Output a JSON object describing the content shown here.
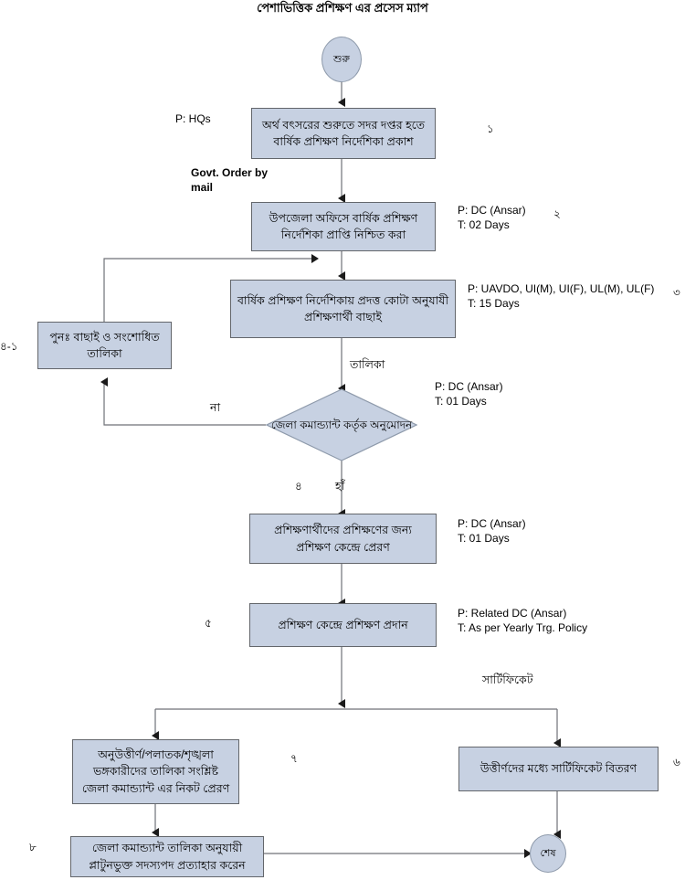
{
  "title": "পেশাভিত্তিক প্রশিক্ষণ এর প্রসেস ম্যাপ",
  "colors": {
    "node_fill": "#c7d1e2",
    "node_border": "#63666b",
    "terminator_border": "#8e9aab",
    "connector": "#6f7277",
    "text": "#000000",
    "background": "#ffffff"
  },
  "nodes": {
    "start": {
      "label": "শুরু",
      "shape": "circle"
    },
    "step1": {
      "label": "অর্থ বৎসরের শুরুতে সদর দপ্তর হতে বার্ষিক প্রশিক্ষণ নির্দেশিকা প্রকাশ",
      "shape": "process"
    },
    "step2": {
      "label": "উপজেলা অফিসে বার্ষিক প্রশিক্ষণ নির্দেশিকা প্রাপ্তি নিশ্চিত করা",
      "shape": "process"
    },
    "step3": {
      "label": "বার্ষিক প্রশিক্ষণ নির্দেশিকায় প্রদত্ত কোটা অনুযাযী প্রশিক্ষণার্থী বাছাই",
      "shape": "process"
    },
    "reselect": {
      "label": "পুনঃ  বাছাই ও সংশোধিত তালিকা",
      "shape": "process"
    },
    "decision": {
      "label": "জেলা কমান্ড্যান্ট কর্তৃক অনুমোদন",
      "shape": "diamond"
    },
    "step5": {
      "label": "প্রশিক্ষণার্থীদের প্রশিক্ষণের জন্য প্রশিক্ষণ কেন্দ্রে প্রেরণ",
      "shape": "process"
    },
    "step6": {
      "label": "প্রশিক্ষণ কেন্দ্রে প্রশিক্ষণ প্রদান",
      "shape": "process"
    },
    "fail_list": {
      "label": "অনুউত্তীর্ণ/পলাতক/শৃঙ্খলা ভঙ্গকারীদের তালিকা সংশ্লিষ্ট  জেলা কমান্ড্যান্ট এর নিকট প্রেরণ",
      "shape": "process"
    },
    "certificate": {
      "label": "উত্তীর্ণদের মধ্যে সার্টিফিকেট বিতরণ",
      "shape": "process"
    },
    "withdraw": {
      "label": "জেলা কমান্ড্যান্ট তালিকা অনুযায়ী প্লাটুনভুক্ত সদস্যপদ প্রত্যাহার করেন",
      "shape": "process"
    },
    "end": {
      "label": "শেষ",
      "shape": "ellipse"
    }
  },
  "annotations": {
    "a1_p": "P: HQs",
    "a1_step": "১",
    "govt_order": "Govt. Order by\nmail",
    "a2_pt": "P: DC (Ansar)\nT: 02 Days",
    "a2_step": "২",
    "a3_pt": "P: UAVDO, UI(M), UI(F), UL(M), UL(F)\nT: 15 Days",
    "a3_step": "৩",
    "reselect_step": "৪-১",
    "list_label": "তালিকা",
    "decision_pt": "P: DC (Ansar)\nT: 01 Days",
    "decision_no": "না",
    "decision_yes": "হাঁ",
    "decision_step": "৪",
    "a5_pt": "P: DC (Ansar)\nT: 01 Days",
    "a6_pt": "P: Related DC (Ansar)\nT: As per Yearly Trg. Policy",
    "a6_step": "৫",
    "certificate_label": "সার্টিফিকেট",
    "fail_step": "৭",
    "certificate_step": "৬",
    "withdraw_step": "৮"
  }
}
